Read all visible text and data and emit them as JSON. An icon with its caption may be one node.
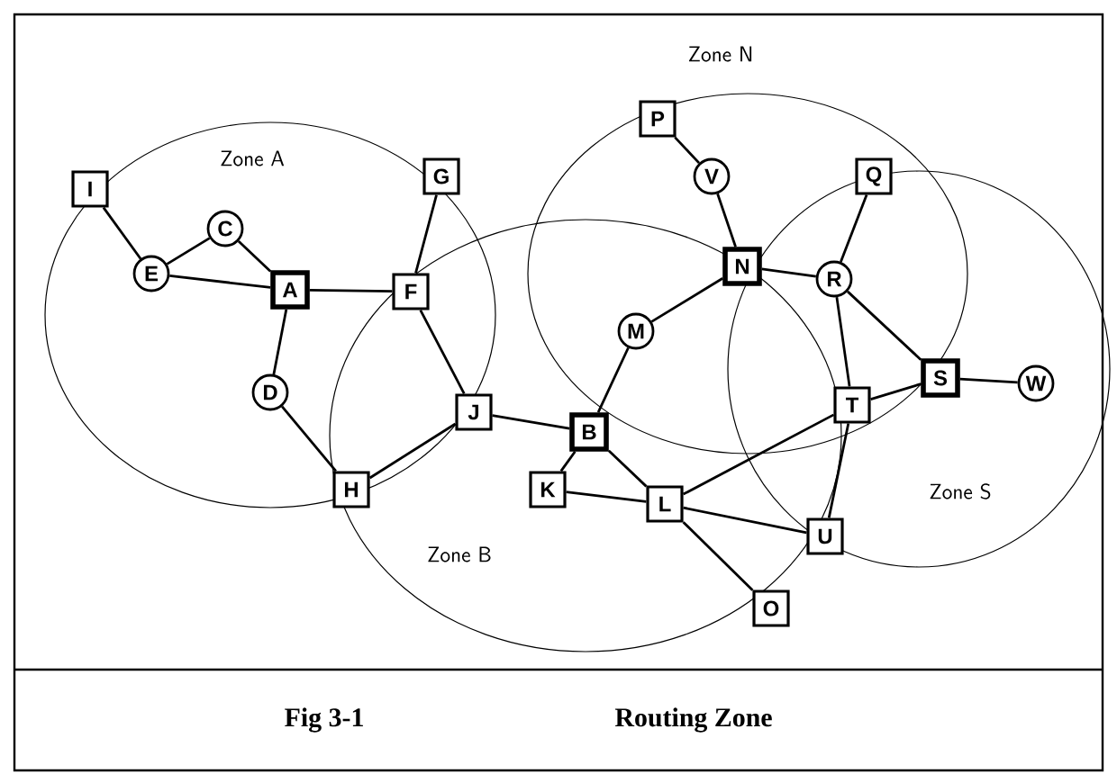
{
  "diagram": {
    "nodes": [
      {
        "text": [
          "I"
        ]
      },
      {
        "text": [
          "E"
        ]
      },
      {
        "text": [
          "C"
        ]
      },
      {
        "text": [
          "A"
        ]
      },
      {
        "text": [
          "F"
        ]
      },
      {
        "text": [
          "G"
        ]
      },
      {
        "text": [
          "D"
        ]
      },
      {
        "text": [
          "H"
        ]
      },
      {
        "text": [
          "J"
        ]
      },
      {
        "text": [
          "P"
        ]
      },
      {
        "text": [
          "V"
        ]
      },
      {
        "text": [
          "Q"
        ]
      },
      {
        "text": [
          "N"
        ]
      },
      {
        "text": [
          "R"
        ]
      },
      {
        "text": [
          "M"
        ]
      },
      {
        "text": [
          "B"
        ]
      },
      {
        "text": [
          "S"
        ]
      },
      {
        "text": [
          "W"
        ]
      },
      {
        "text": [
          "T"
        ]
      },
      {
        "text": [
          "K"
        ]
      },
      {
        "text": [
          "L"
        ]
      },
      {
        "text": [
          "U"
        ]
      },
      {
        "text": [
          "O"
        ]
      }
    ],
    "edges": [
      {
        "from": 0,
        "to": 1,
        "arrow": "none"
      },
      {
        "from": 1,
        "to": 2,
        "arrow": "none"
      },
      {
        "from": 2,
        "to": 3,
        "arrow": "none"
      },
      {
        "from": 1,
        "to": 3,
        "arrow": "none"
      },
      {
        "from": 3,
        "to": 4,
        "arrow": "none"
      },
      {
        "from": 3,
        "to": 6,
        "arrow": "none"
      },
      {
        "from": 6,
        "to": 7,
        "arrow": "none"
      },
      {
        "from": 7,
        "to": 8,
        "arrow": "none"
      },
      {
        "from": 8,
        "to": 4,
        "arrow": "none"
      },
      {
        "from": 4,
        "to": 5,
        "arrow": "none"
      },
      {
        "from": 8,
        "to": 15,
        "arrow": "none"
      },
      {
        "from": 15,
        "to": 14,
        "arrow": "none"
      },
      {
        "from": 14,
        "to": 12,
        "arrow": "none"
      },
      {
        "from": 12,
        "to": 10,
        "arrow": "none"
      },
      {
        "from": 10,
        "to": 9,
        "arrow": "none"
      },
      {
        "from": 12,
        "to": 13,
        "arrow": "none"
      },
      {
        "from": 13,
        "to": 11,
        "arrow": "none"
      },
      {
        "from": 13,
        "to": 18,
        "arrow": "none"
      },
      {
        "from": 13,
        "to": 16,
        "arrow": "none"
      },
      {
        "from": 16,
        "to": 17,
        "arrow": "none"
      },
      {
        "from": 16,
        "to": 18,
        "arrow": "none"
      },
      {
        "from": 19,
        "to": 15,
        "arrow": "none"
      },
      {
        "from": 15,
        "to": 20,
        "arrow": "none"
      },
      {
        "from": 19,
        "to": 20,
        "arrow": "none"
      },
      {
        "from": 20,
        "to": 18,
        "arrow": "none"
      },
      {
        "from": 20,
        "to": 21,
        "arrow": "none"
      },
      {
        "from": 20,
        "to": 22,
        "arrow": "none"
      },
      {
        "from": 18,
        "to": 21,
        "arrow": "none"
      }
    ],
    "labels": [
      "Zone N",
      "Zone A",
      "Zone S",
      "Zone B",
      "Fig 3-1",
      "Routing Zone"
    ]
  }
}
